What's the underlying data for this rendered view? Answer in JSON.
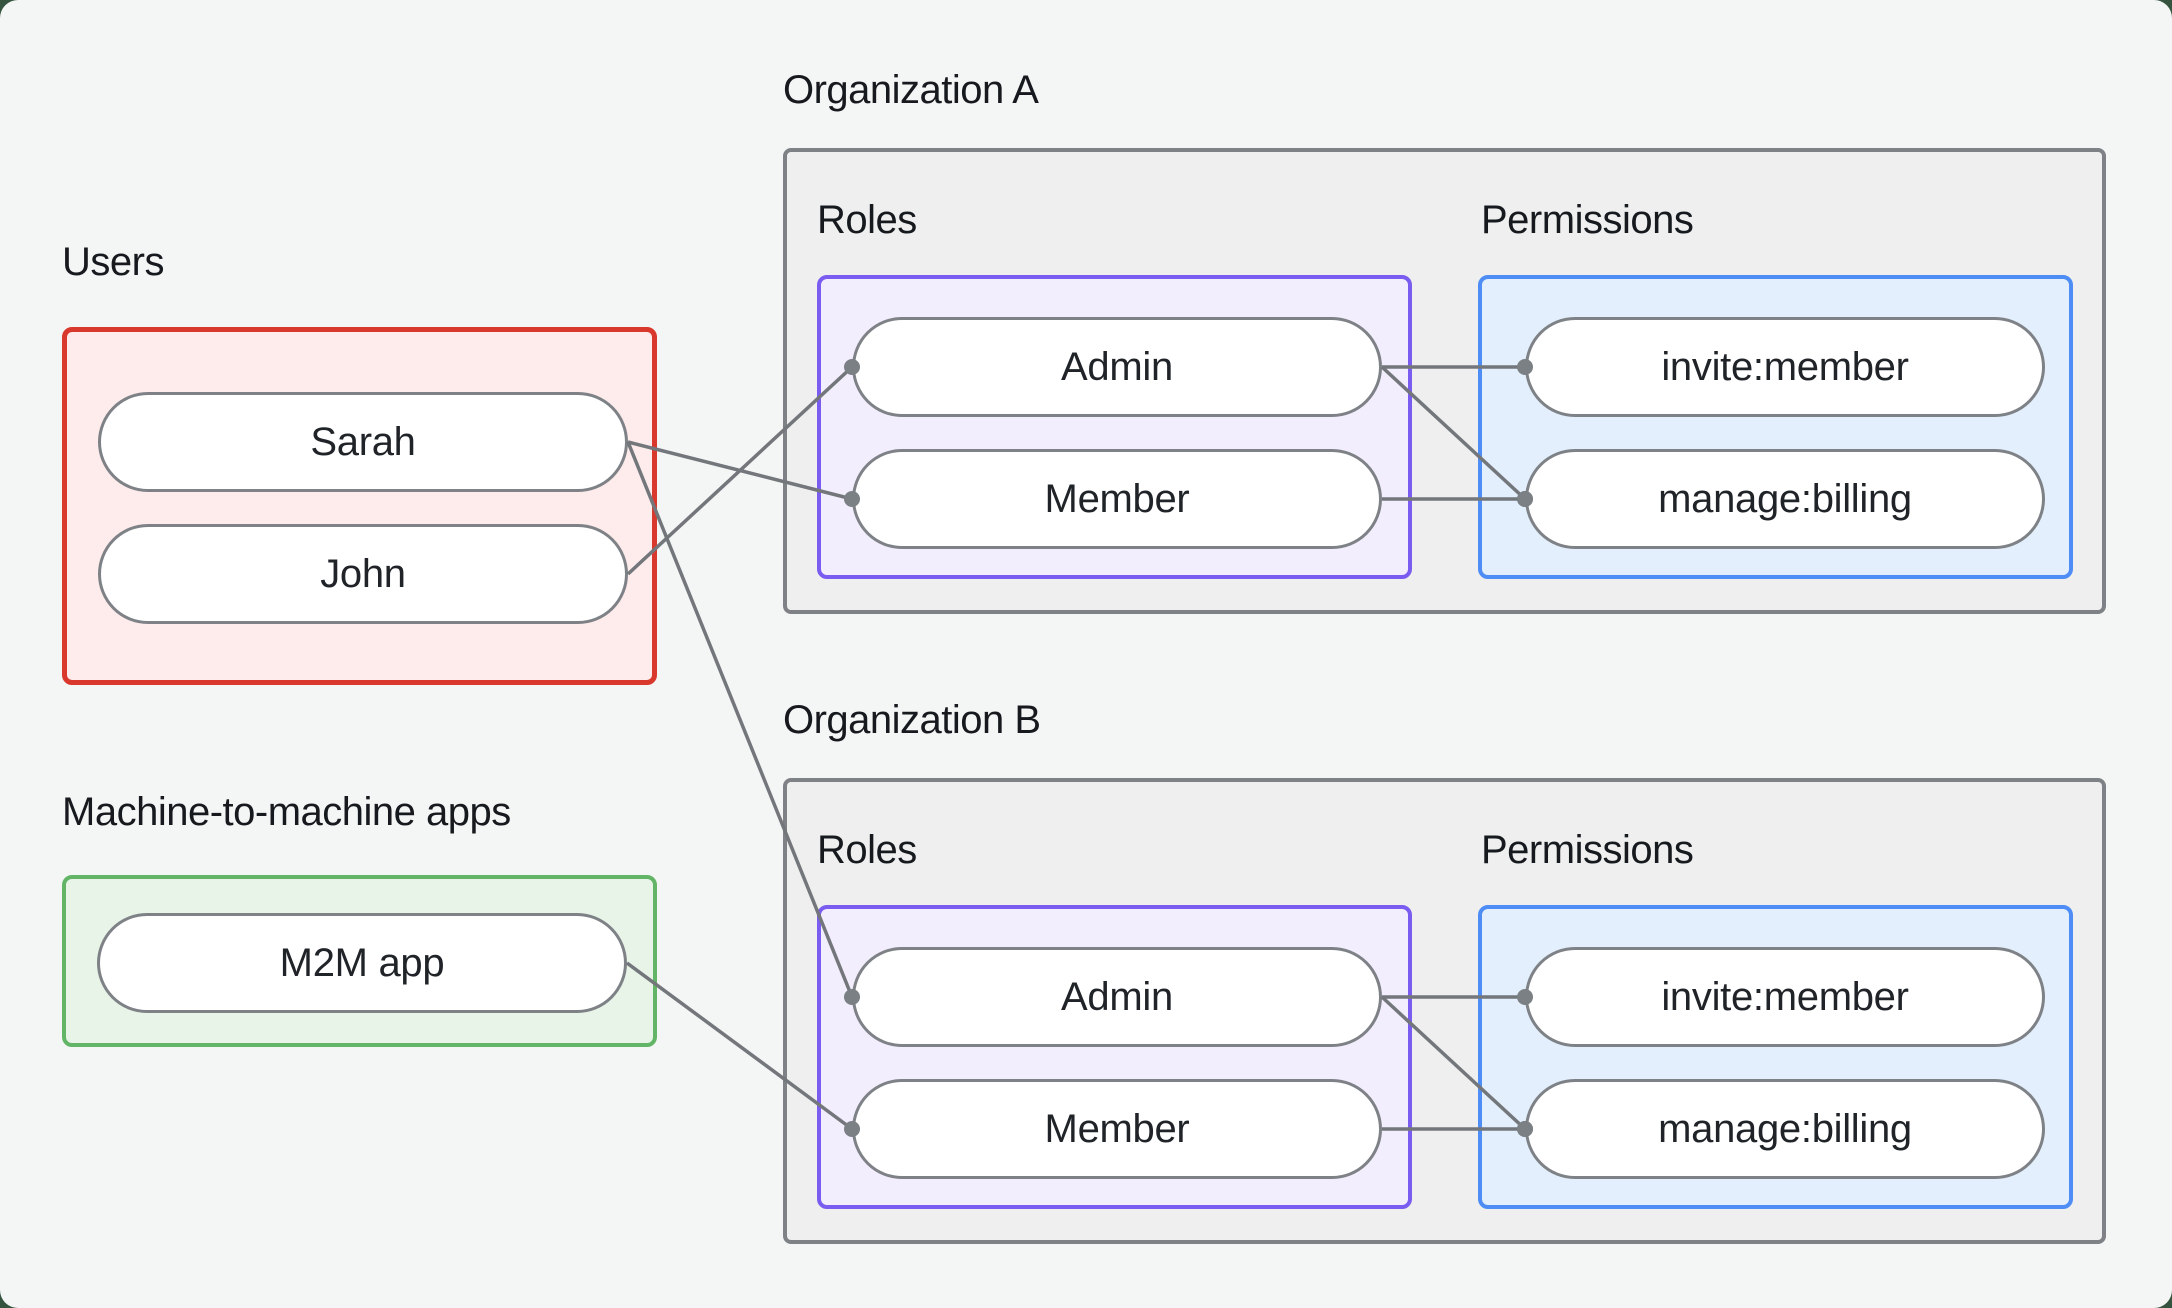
{
  "left_panel": {
    "users_group": {
      "label": "Users",
      "items": [
        {
          "id": "sarah",
          "label": "Sarah"
        },
        {
          "id": "john",
          "label": "John"
        }
      ]
    },
    "m2m_group": {
      "label": "Machine-to-machine apps",
      "items": [
        {
          "id": "m2m",
          "label": "M2M app"
        }
      ]
    }
  },
  "organizations": [
    {
      "title": "Organization A",
      "roles_label": "Roles",
      "permissions_label": "Permissions",
      "roles": [
        {
          "id": "admin-a",
          "label": "Admin"
        },
        {
          "id": "member-a",
          "label": "Member"
        }
      ],
      "permissions": [
        {
          "id": "invite-a",
          "label": "invite:member"
        },
        {
          "id": "billing-a",
          "label": "manage:billing"
        }
      ]
    },
    {
      "title": "Organization B",
      "roles_label": "Roles",
      "permissions_label": "Permissions",
      "roles": [
        {
          "id": "admin-b",
          "label": "Admin"
        },
        {
          "id": "member-b",
          "label": "Member"
        }
      ],
      "permissions": [
        {
          "id": "invite-b",
          "label": "invite:member"
        },
        {
          "id": "billing-b",
          "label": "manage:billing"
        }
      ]
    }
  ],
  "connections": [
    {
      "from": "sarah",
      "to": "member-a"
    },
    {
      "from": "john",
      "to": "admin-a"
    },
    {
      "from": "sarah",
      "to": "admin-b"
    },
    {
      "from": "m2m",
      "to": "member-b"
    },
    {
      "from": "admin-a",
      "to": "invite-a"
    },
    {
      "from": "admin-a",
      "to": "billing-a"
    },
    {
      "from": "member-a",
      "to": "billing-a"
    },
    {
      "from": "admin-b",
      "to": "invite-b"
    },
    {
      "from": "admin-b",
      "to": "billing-b"
    },
    {
      "from": "member-b",
      "to": "billing-b"
    }
  ],
  "style": {
    "outer_bg": "#34543f",
    "canvas_bg": "#f4f6f5",
    "label": "#16191d",
    "pill_text": "#202428",
    "pill_border": "#7e8287",
    "org_border": "#7e8287",
    "org_fill": "#eeefee",
    "red": "#d9382c",
    "red_fill": "#fdeceb",
    "green": "#62b566",
    "green_fill": "#e9f4e9",
    "purple": "#7a5cf0",
    "purple_fill": "#f3eefd",
    "blue": "#4d8df5",
    "blue_fill": "#e3effc",
    "line": "#73777b",
    "dot": "#7b8084"
  }
}
